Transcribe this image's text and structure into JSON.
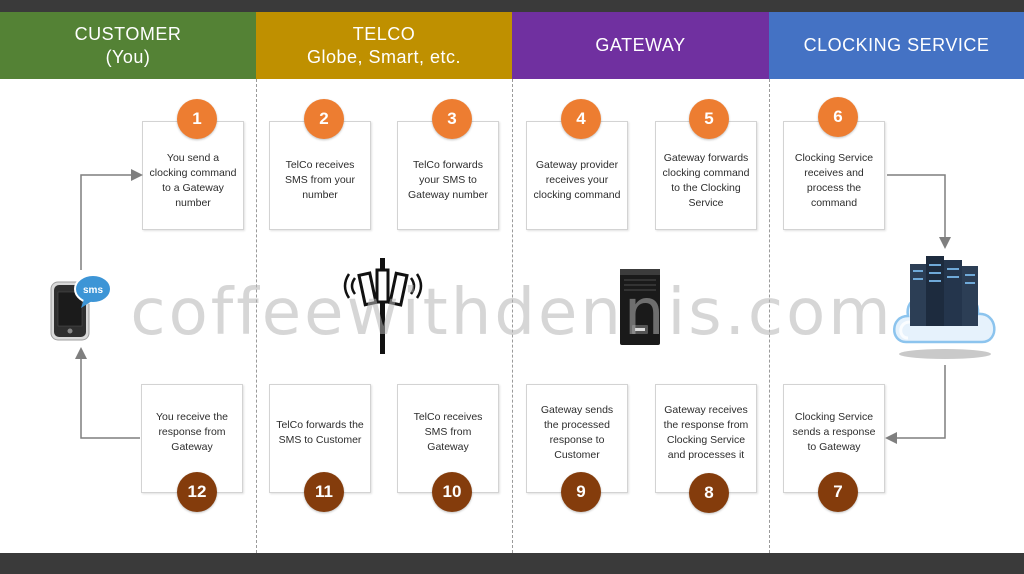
{
  "columns": [
    {
      "lines": [
        "CUSTOMER",
        "(You)"
      ],
      "color": "#548235"
    },
    {
      "lines": [
        "TELCO",
        "Globe, Smart, etc."
      ],
      "color": "#bf9000"
    },
    {
      "lines": [
        "GATEWAY"
      ],
      "color": "#7030a0"
    },
    {
      "lines": [
        "CLOCKING SERVICE"
      ],
      "color": "#4472c4"
    }
  ],
  "steps": {
    "s1": {
      "num": "1",
      "text": "You send a clocking command to a Gateway number"
    },
    "s2": {
      "num": "2",
      "text": "TelCo receives SMS from your number"
    },
    "s3": {
      "num": "3",
      "text": "TelCo forwards your SMS to Gateway number"
    },
    "s4": {
      "num": "4",
      "text": "Gateway provider receives your clocking command"
    },
    "s5": {
      "num": "5",
      "text": "Gateway forwards clocking command to the Clocking Service"
    },
    "s6": {
      "num": "6",
      "text": "Clocking Service receives and process the command"
    },
    "s7": {
      "num": "7",
      "text": "Clocking Service sends a response to Gateway"
    },
    "s8": {
      "num": "8",
      "text": "Gateway receives the response from Clocking Service and processes it"
    },
    "s9": {
      "num": "9",
      "text": "Gateway sends the processed response to Customer"
    },
    "s10": {
      "num": "10",
      "text": "TelCo receives SMS from Gateway"
    },
    "s11": {
      "num": "11",
      "text": "TelCo forwards the SMS to Customer"
    },
    "s12": {
      "num": "12",
      "text": "You receive the response from Gateway"
    }
  },
  "icons": {
    "phone": {
      "name": "smartphone-sms-icon",
      "bubble_text": "sms"
    },
    "tower": {
      "name": "cell-tower-icon"
    },
    "server": {
      "name": "server-icon"
    },
    "cloud": {
      "name": "cloud-servers-icon"
    }
  },
  "watermark": "coffeewithdennis.com"
}
